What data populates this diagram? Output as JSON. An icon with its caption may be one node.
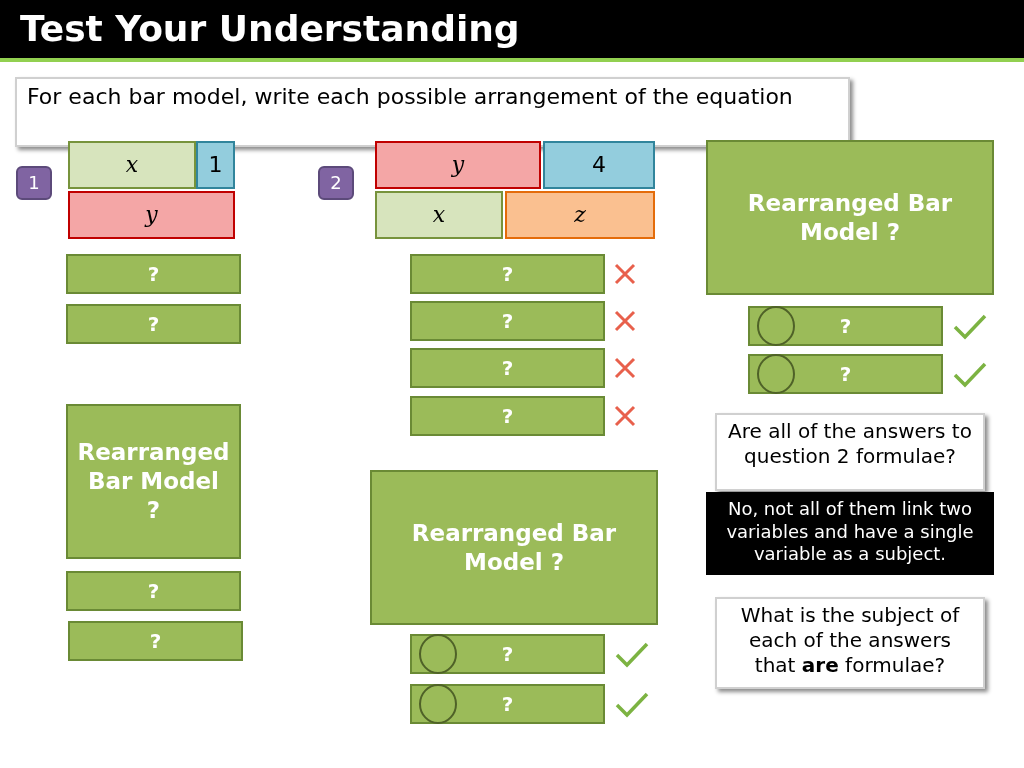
{
  "diagram": {
    "title": "Test Your Understanding",
    "nodes": [
      {
        "text": [
          "For each bar model, write each possible arrangement of the equation"
        ]
      },
      {
        "text": [
          "1"
        ]
      },
      {
        "text": [
          "x"
        ]
      },
      {
        "text": [
          "1"
        ]
      },
      {
        "text": [
          "y"
        ]
      },
      {
        "text": [
          "?"
        ]
      },
      {
        "text": [
          "?"
        ]
      },
      {
        "text": [
          "Rearranged Bar Model ?"
        ]
      },
      {
        "text": [
          "?"
        ]
      },
      {
        "text": [
          "?"
        ]
      },
      {
        "text": [
          "2"
        ]
      },
      {
        "text": [
          "y"
        ]
      },
      {
        "text": [
          "4"
        ]
      },
      {
        "text": [
          "x"
        ]
      },
      {
        "text": [
          "z"
        ]
      },
      {
        "text": [
          "?"
        ]
      },
      {
        "text": [
          "?"
        ]
      },
      {
        "text": [
          "?"
        ]
      },
      {
        "text": [
          "?"
        ]
      },
      {
        "text": [
          "Rearranged Bar Model ?"
        ]
      },
      {
        "text": [
          "?"
        ]
      },
      {
        "text": [
          "?"
        ]
      },
      {
        "text": [
          "Rearranged Bar Model ?"
        ]
      },
      {
        "text": [
          "?"
        ]
      },
      {
        "text": [
          "?"
        ]
      },
      {
        "text": [
          "Are all of the answers to question 2 formulae?"
        ]
      },
      {
        "text": [
          "No, not all of them link two variables and have a single variable as a subject."
        ]
      },
      {
        "text": [
          "What is the subject of each of the answers that **are** formulae?"
        ]
      }
    ]
  }
}
